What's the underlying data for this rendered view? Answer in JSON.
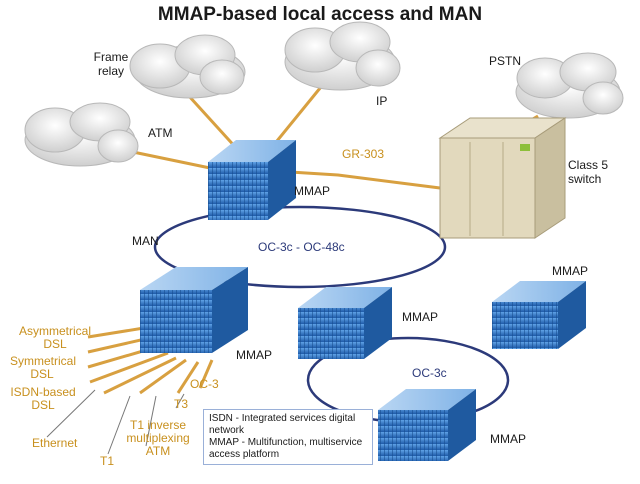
{
  "title": "MMAP-based local access and MAN",
  "clouds": {
    "frame_relay": "Frame\nrelay",
    "ip": "IP",
    "pstn": "PSTN",
    "atm": "ATM"
  },
  "links": {
    "gr303": "GR-303"
  },
  "nodes": {
    "mmap_top": "MMAP",
    "mmap_left": "MMAP",
    "mmap_mid": "MMAP",
    "mmap_right": "MMAP",
    "mmap_bottom": "MMAP",
    "class5": "Class 5\nswitch"
  },
  "rings": {
    "man": "MAN",
    "man_rate": "OC-3c - OC-48c",
    "sub_rate": "OC-3c"
  },
  "access_lines": {
    "asym_dsl": "Asymmetrical\nDSL",
    "sym_dsl": "Symmetrical\nDSL",
    "isdn_dsl": "ISDN-based\nDSL",
    "ethernet": "Ethernet",
    "t1": "T1",
    "t1_inverse": "T1 inverse\nmultiplexing\nATM",
    "t3": "T3",
    "oc3": "OC-3"
  },
  "legend": {
    "isdn": "ISDN - Integrated services digital network",
    "mmap": "MMAP - Multifunction, multiservice access platform"
  },
  "colors": {
    "link": "#d8a040",
    "ring": "#2c3a7a",
    "equipment": "#3a7fd0",
    "cloud": "#e8e8e8"
  }
}
